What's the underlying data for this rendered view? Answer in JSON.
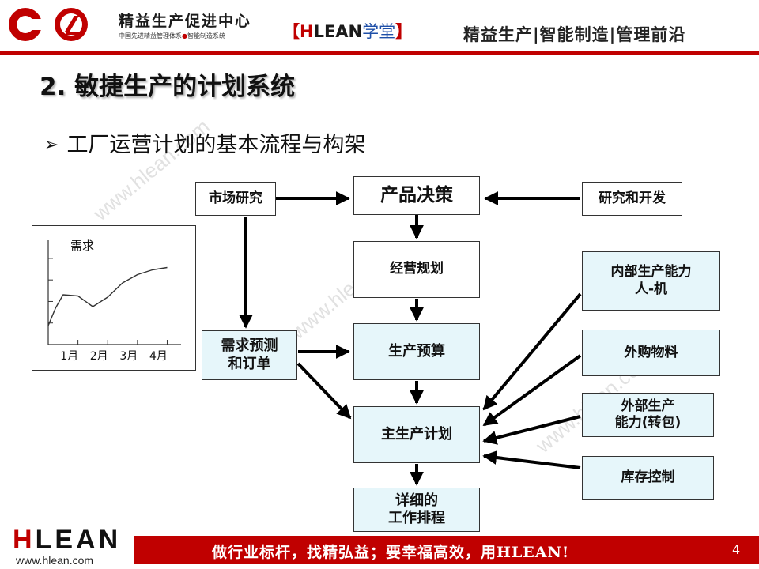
{
  "header": {
    "brand_name": "精益生产促进中心",
    "brand_sub_left": "中国先进精益管理体系",
    "brand_sub_dot": "●",
    "brand_sub_right": "智能制造系统",
    "academy_open": "【",
    "academy_h": "H",
    "academy_lean": "LEAN",
    "academy_cn": "学堂",
    "academy_close": "】",
    "slogan": "精益生产|智能制造|管理前沿"
  },
  "title": "2. 敏捷生产的计划系统",
  "bullet": {
    "marker": "➢",
    "text": "工厂运营计划的基本流程与构架"
  },
  "watermark": "www.hlean.com",
  "diagram": {
    "market_research": "市场研究",
    "product_decision": "产品决策",
    "rnd": "研究和开发",
    "business_planning": "经营规划",
    "demand_forecast": "需求预测\n和订单",
    "production_budget": "生产预算",
    "master_schedule": "主生产计划",
    "detailed_schedule": "详细的\n工作排程",
    "internal_capacity": "内部生产能力\n人-机",
    "purchased_materials": "外购物料",
    "external_capacity": "外部生产\n能力(转包)",
    "inventory_control": "库存控制"
  },
  "chart_data": {
    "type": "line",
    "title": "",
    "ylabel": "需求",
    "xlabel": "",
    "categories": [
      "1月",
      "2月",
      "3月",
      "4月"
    ],
    "y_tick_count": 4,
    "y_ticks_labeled": false,
    "grid": false,
    "series": [
      {
        "x": [
          0.0,
          0.25,
          0.5,
          1.0,
          1.5,
          2.0,
          2.5,
          3.0,
          3.5,
          4.0
        ],
        "y": [
          0.8,
          1.55,
          2.1,
          2.05,
          1.6,
          2.0,
          2.6,
          2.95,
          3.15,
          3.25
        ]
      }
    ],
    "xlim": [
      0,
      4.2
    ],
    "ylim": [
      0,
      4
    ]
  },
  "footer": {
    "logo_h": "H",
    "logo_rest": "LEAN",
    "url": "www.hlean.com",
    "slogan": "做行业标杆，找精弘益；要幸福高效，用HLEAN!",
    "page": "4"
  }
}
